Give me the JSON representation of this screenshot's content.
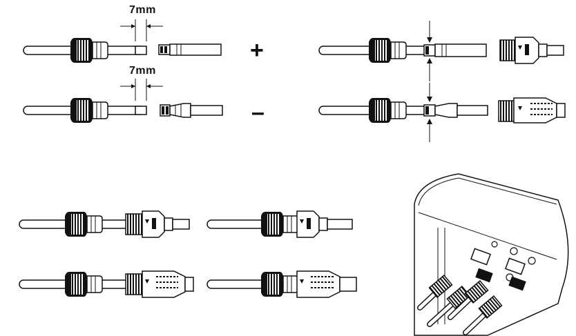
{
  "labels": {
    "strip_length_top": "7mm",
    "strip_length_bottom": "7mm",
    "positive_sign": "+",
    "negative_sign": "–"
  },
  "colors": {
    "ink": "#111111",
    "panel_fill": "#ffffff",
    "background": "#ffffff"
  },
  "steps": [
    "step-strip-cable",
    "step-crimp-contacts",
    "step-tighten-gland",
    "step-connect-to-inverter"
  ]
}
